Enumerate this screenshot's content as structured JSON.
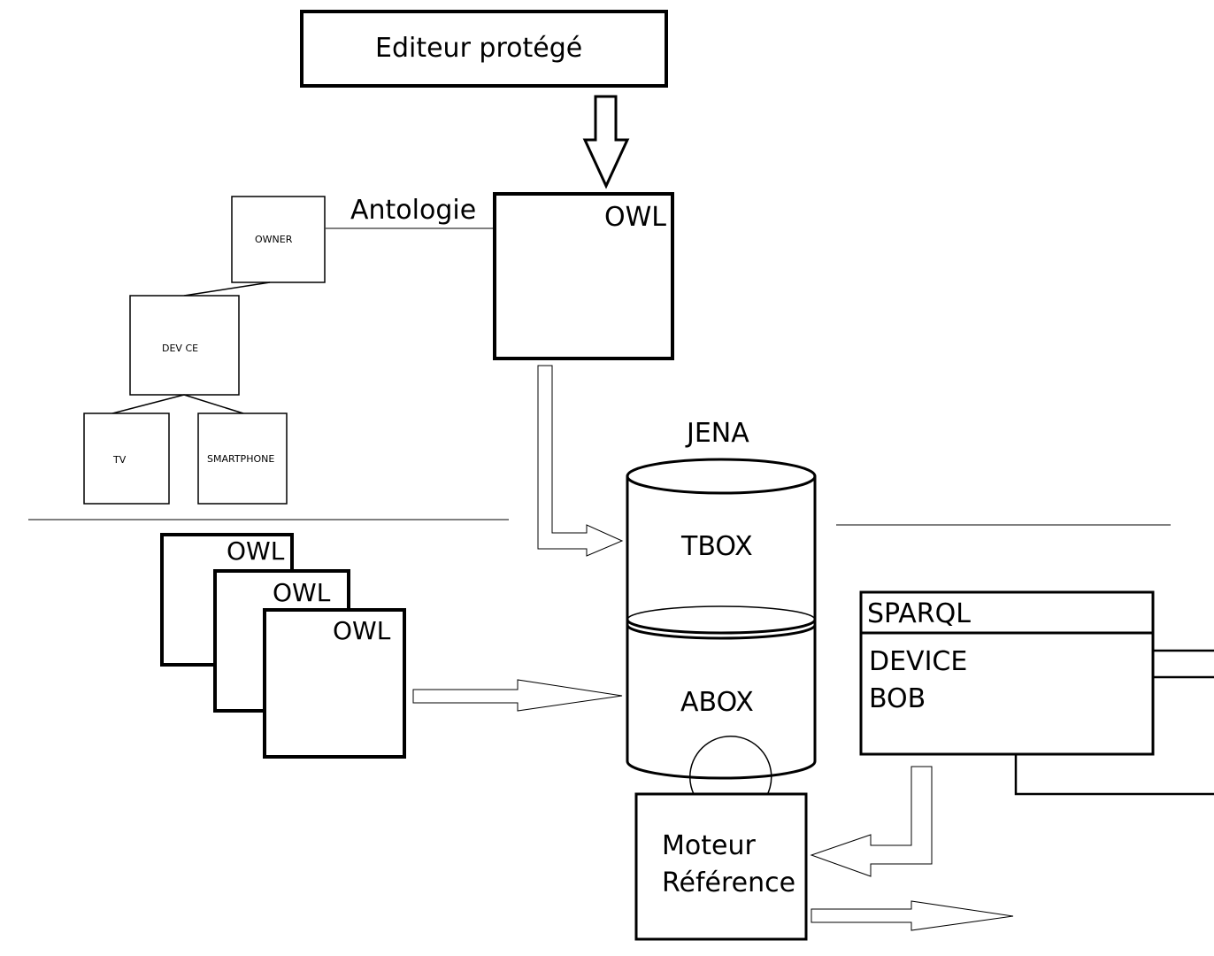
{
  "editor": {
    "label": "Editeur protégé"
  },
  "ontology": {
    "link_label": "Antologie",
    "owl_label": "OWL"
  },
  "tree": {
    "root": "OWNER",
    "child": "DEV CE",
    "leaves": [
      "TV",
      "SMARTPHONE"
    ]
  },
  "owl_files": [
    "OWL",
    "OWL",
    "OWL"
  ],
  "jena": {
    "title": "JENA",
    "tbox": "TBOX",
    "abox": "ABOX"
  },
  "sparql": {
    "title": "SPARQL",
    "lines": [
      "DEVICE",
      "BOB"
    ]
  },
  "engine": {
    "lines": [
      "Moteur",
      "Référence"
    ]
  },
  "colors": {
    "stroke": "#000000",
    "background": "#ffffff"
  }
}
